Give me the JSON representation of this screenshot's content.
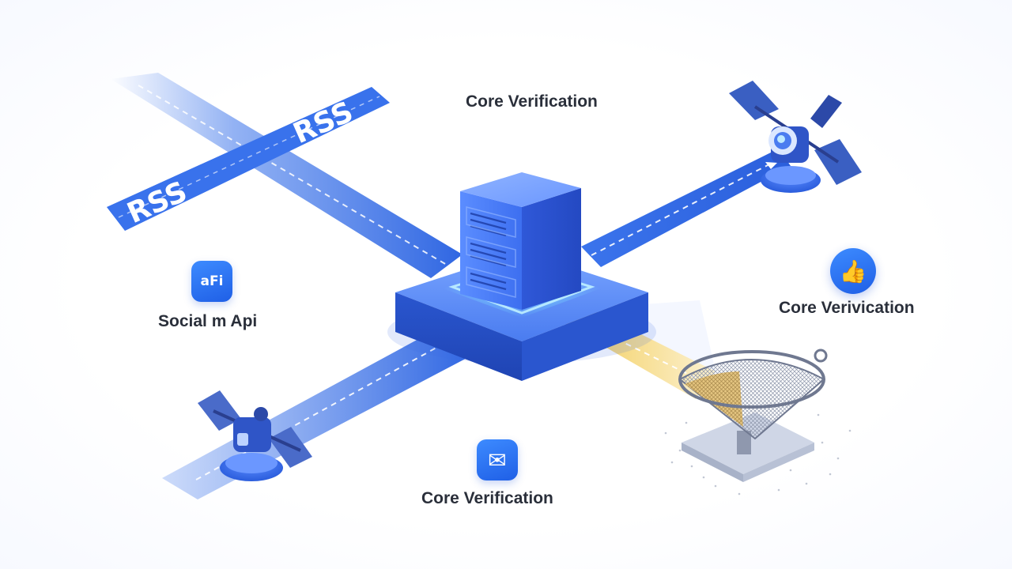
{
  "labels": {
    "top": "Core Verification",
    "right": "Core Verivication",
    "left": "Social m Api",
    "bottom": "Core Verification"
  },
  "banners": {
    "rss_text": "RSS"
  },
  "icons": {
    "api_glyph": "aFi",
    "mail_glyph": "✉",
    "like_glyph": "👍",
    "api_icon": "api-icon",
    "mail_icon": "envelope-icon",
    "like_icon": "thumbs-up-icon",
    "server_icon": "server-rack-icon",
    "satellite_icon": "satellite-icon",
    "sieve_icon": "sieve-filter-icon"
  },
  "colors": {
    "primary_blue": "#2f6be8",
    "track_blue": "#3a73ea",
    "light_blue": "#9fbcf5",
    "glow_cyan": "#6fd3ff",
    "filter_gold": "#f2c94c",
    "text_dark": "#2a2f3a"
  }
}
